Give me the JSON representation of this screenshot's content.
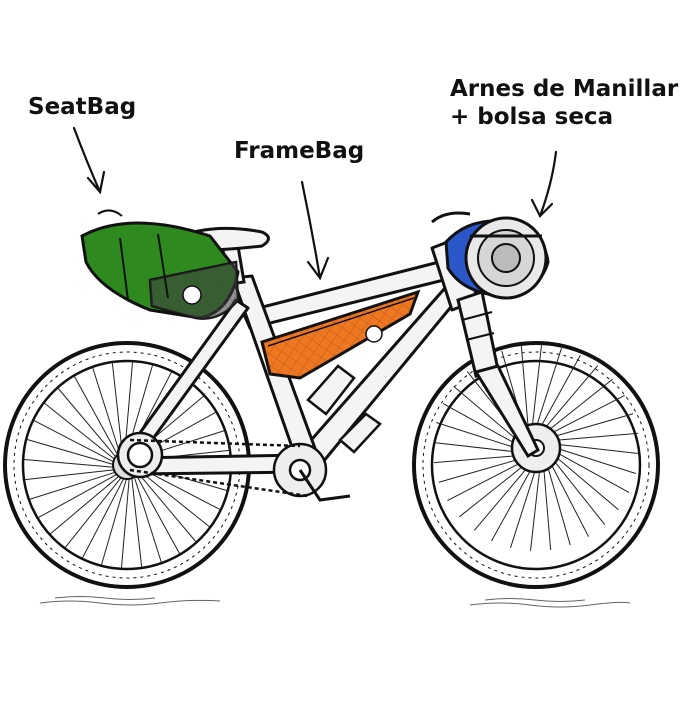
{
  "labels": {
    "seatbag": "SeatBag",
    "framebag": "FrameBag",
    "handlebar_line1": "Arnes de Manillar",
    "handlebar_line2": "+ bolsa seca"
  },
  "colors": {
    "seatbag": "#2e8a1f",
    "framebag": "#ee7722",
    "drybag": "#2c57c8",
    "harness": "#2b2b2b",
    "frame": "#f4f4f4",
    "ink": "#111111"
  },
  "icons": {
    "arrows": "hand-drawn-arrow",
    "bike": "mountain-bike-illustration"
  }
}
